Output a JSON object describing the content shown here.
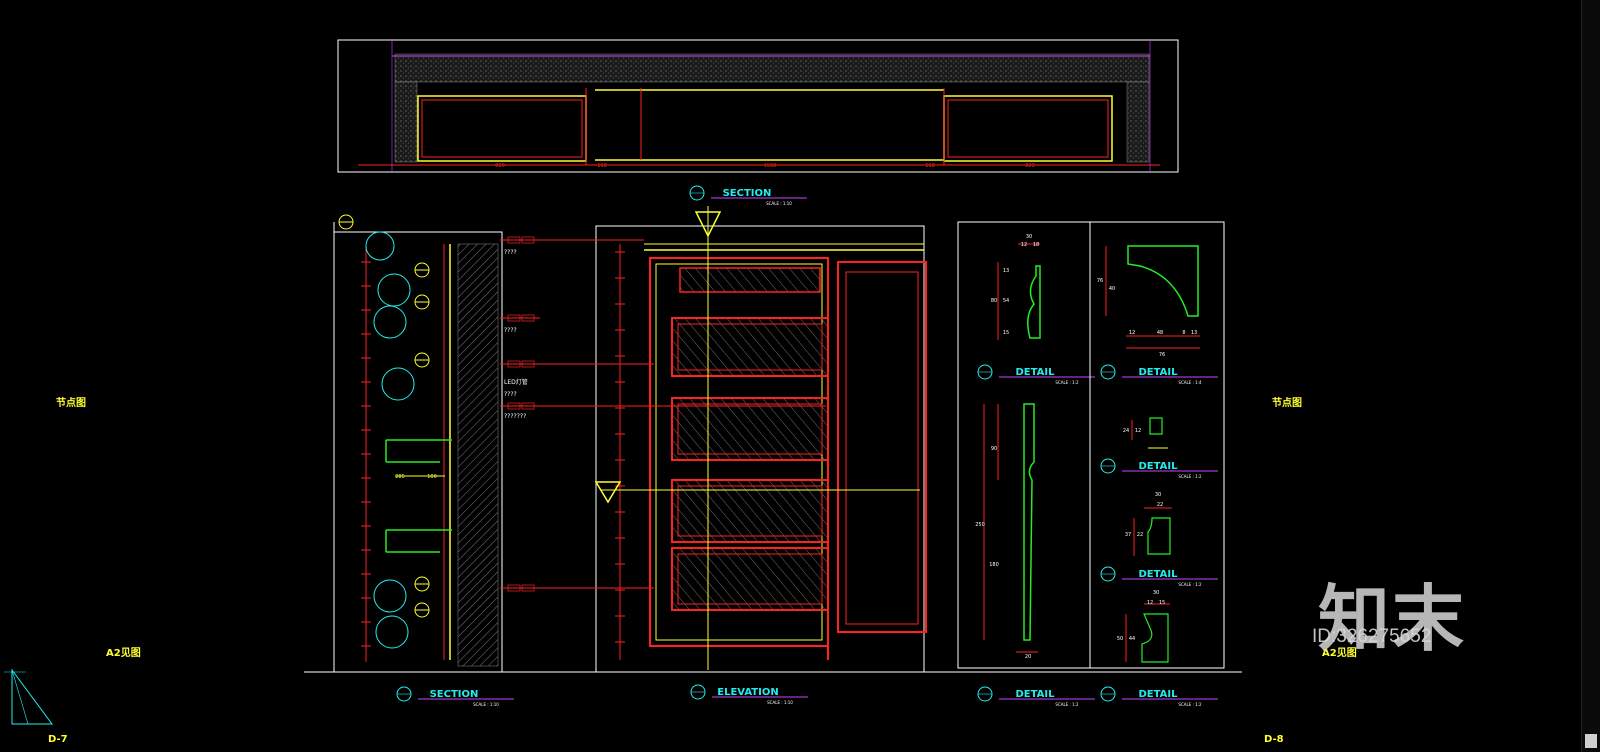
{
  "drawing": {
    "section_top": {
      "title": "SECTION",
      "scale": "SCALE : 1:10",
      "dims": [
        "820",
        "1568",
        "823",
        "118",
        "118"
      ]
    },
    "section_left": {
      "title": "SECTION",
      "scale": "SCALE : 1:10",
      "dims": [
        "285",
        "100"
      ],
      "notes": [
        "????",
        "????",
        "LED灯管",
        "????",
        "???????"
      ]
    },
    "elevation": {
      "title": "ELEVATION",
      "scale": "SCALE : 1:10"
    },
    "details": [
      {
        "title": "DETAIL",
        "scale": "SCALE : 1:2",
        "dims": [
          "30",
          "12",
          "18",
          "80",
          "54",
          "15",
          "13"
        ]
      },
      {
        "title": "DETAIL",
        "scale": "SCALE : 1:4",
        "dims": [
          "76",
          "40",
          "12",
          "48",
          "8",
          "13",
          "76"
        ]
      },
      {
        "title": "DETAIL",
        "scale": "SCALE : 1:2",
        "dims": [
          "24",
          "12"
        ]
      },
      {
        "title": "DETAIL",
        "scale": "SCALE : 1:2",
        "dims": [
          "30",
          "22",
          "37",
          "22"
        ]
      },
      {
        "title": "DETAIL",
        "scale": "SCALE : 1:2",
        "dims": [
          "30",
          "12",
          "15",
          "50",
          "44"
        ]
      },
      {
        "title": "DETAIL",
        "scale": "SCALE : 1:2",
        "dims": [
          "90",
          "250",
          "180",
          "20"
        ]
      }
    ],
    "side_labels": {
      "left": "节点图",
      "right": "节点图",
      "left_bottom": "A2见图",
      "right_bottom": "A2见图"
    },
    "sheet_ids": {
      "left": "D-7",
      "right": "D-8"
    }
  },
  "watermark": {
    "brand": "知末",
    "id": "ID:326275652"
  },
  "colors": {
    "bg": "#000000",
    "red": "#ff2020",
    "yellow": "#ffff33",
    "green": "#22ee22",
    "cyan": "#22eeee",
    "magenta": "#cc44ff",
    "white": "#ffffff",
    "gray": "#8a8a8a"
  }
}
